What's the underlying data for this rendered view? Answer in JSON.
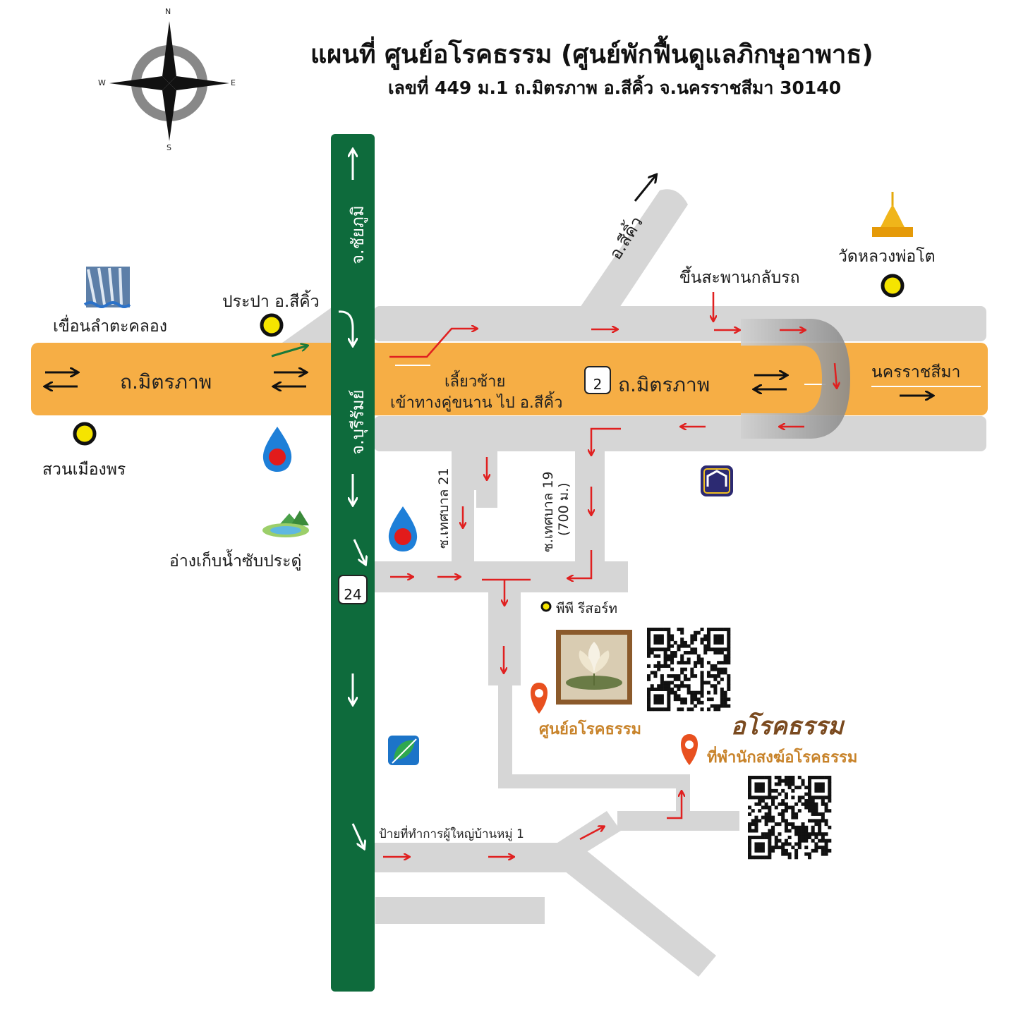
{
  "header": {
    "title": "แผนที่ ศูนย์อโรคธรรม (ศูนย์พักฟื้นดูแลภิกษุอาพาธ)",
    "address": "เลขที่ 449 ม.1 ถ.มิตรภาพ อ.สีคิ้ว จ.นครราชสีมา 30140"
  },
  "compass": {
    "n": "N",
    "s": "S",
    "e": "E",
    "w": "W"
  },
  "roads": {
    "mittraphap_west": "ถ.มิตรภาพ",
    "mittraphap_east": "ถ.มิตรภาพ",
    "route2_badge": "2",
    "route24_badge": "24",
    "to_chaiyaphum": "จ.ชัยภูมิ",
    "to_buriram": "จ.บุรีรัมย์",
    "to_sikhio": "อ.สีคิ้ว",
    "to_nakhon": "นครราชสีมา",
    "soi_21": "ซ.เทศบาล 21",
    "soi_19": "ซ.เทศบาล 19",
    "soi_19_dist": "(700 ม.)"
  },
  "instructions": {
    "uturn": "ขึ้นสะพานกลับรถ",
    "turn_left_1": "เลี้ยวซ้าย",
    "turn_left_2": "เข้าทางคู่ขนาน ไป อ.สีคิ้ว",
    "village_sign": "ป้ายที่ทำการผู้ใหญ่บ้านหมู่ 1"
  },
  "places": {
    "dam": "เขื่อนลำตะคลอง",
    "waterworks": "ประปา อ.สีคิ้ว",
    "park": "สวนเมืองพร",
    "reservoir": "อ่างเก็บน้ำซับประดู่",
    "temple": "วัดหลวงพ่อโต",
    "resort": "พีพี รีสอร์ท",
    "center": "ศูนย์อโรคธรรม",
    "residence": "ที่พำนักสงฆ์อโรคธรรม",
    "brand": "อโรคธรรม"
  },
  "colors": {
    "main_road": "#f6ae45",
    "highway": "#0e6b3c",
    "side_road": "#d6d6d6",
    "route_arrow": "#e02020",
    "pin": "#e8501f",
    "marker": "#f5e400"
  },
  "icons": [
    "compass-rose-icon",
    "dam-icon",
    "ptt-station-icon",
    "reservoir-icon",
    "temple-stupa-icon",
    "bank-icon",
    "bangchak-station-icon",
    "location-pin-icon",
    "qr-code-icon",
    "lotus-photo"
  ]
}
